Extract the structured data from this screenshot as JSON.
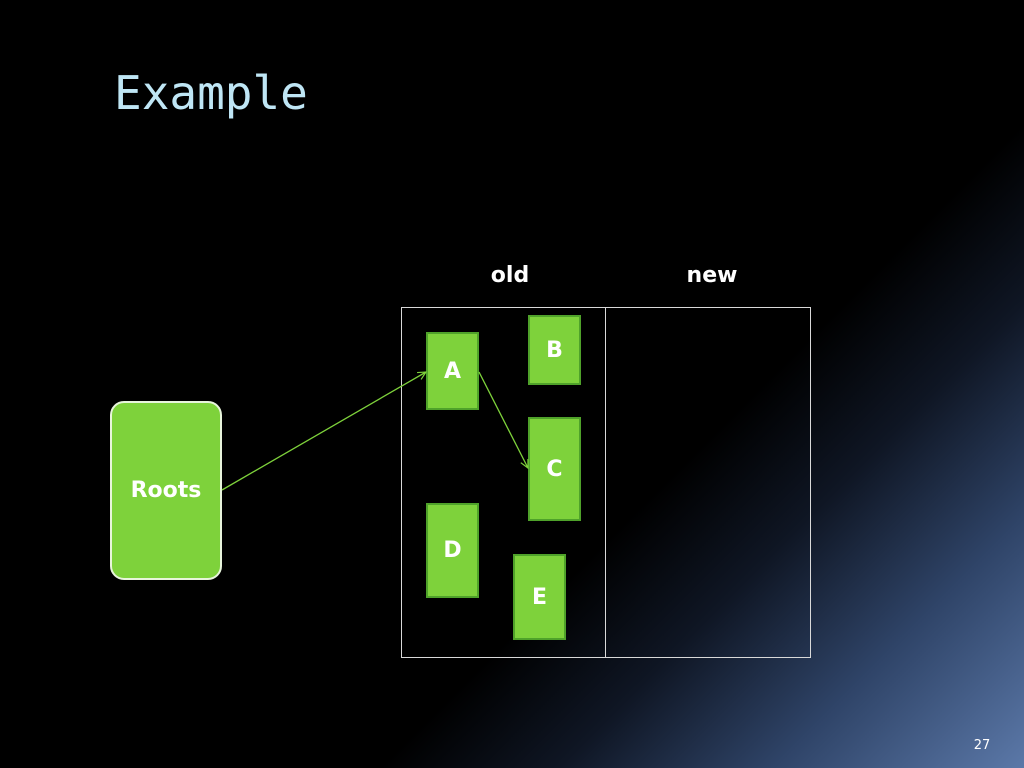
{
  "slide": {
    "title": "Example",
    "page_number": "27"
  },
  "diagram": {
    "regions": {
      "old_label": "old",
      "new_label": "new"
    },
    "roots_label": "Roots",
    "objects": {
      "a": "A",
      "b": "B",
      "c": "C",
      "d": "D",
      "e": "E"
    },
    "references": [
      {
        "from": "Roots",
        "to": "A"
      },
      {
        "from": "A",
        "to": "C"
      }
    ],
    "colors": {
      "object_fill": "#7ed23b",
      "object_border": "#4fa22a",
      "arrow": "#7ed23b",
      "title": "#bfe6f5",
      "heap_border": "#d9d9d9"
    }
  }
}
